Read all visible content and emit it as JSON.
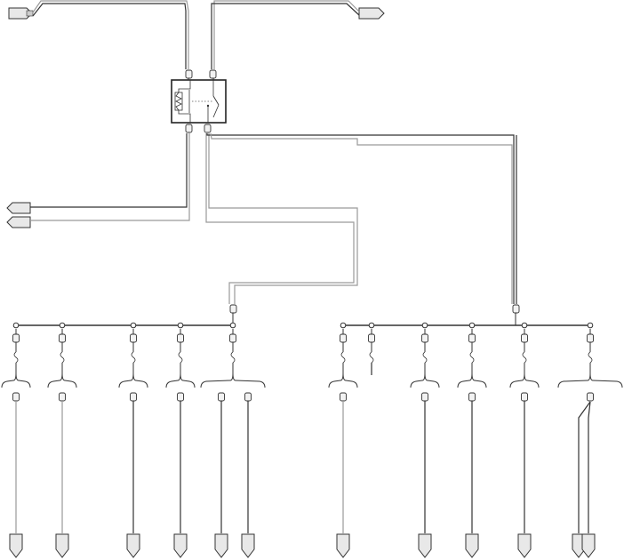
{
  "diagram": {
    "colors": {
      "wire_dark": "#333333",
      "wire_light": "#9a9a9a",
      "connector_fill": "#e8e8e8",
      "background": "#ffffff"
    },
    "components": {
      "relay": "relay-coil-and-switch",
      "left_bus": "splice-bus",
      "right_bus": "splice-bus",
      "terminals": "ground-terminal-connectors",
      "offpage": "off-page-connector-flags"
    }
  }
}
